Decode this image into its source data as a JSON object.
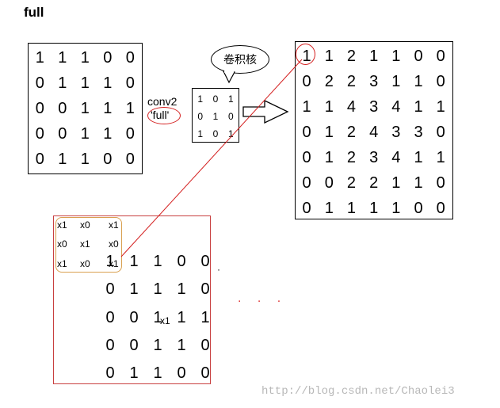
{
  "title": "full",
  "input_matrix": [
    [
      "1",
      "1",
      "1",
      "0",
      "0"
    ],
    [
      "0",
      "1",
      "1",
      "1",
      "0"
    ],
    [
      "0",
      "0",
      "1",
      "1",
      "1"
    ],
    [
      "0",
      "0",
      "1",
      "1",
      "0"
    ],
    [
      "0",
      "1",
      "1",
      "0",
      "0"
    ]
  ],
  "conv_label": "conv2",
  "mode_label": "'full'",
  "kernel_bubble_label": "卷积核",
  "kernel_matrix": [
    [
      "1",
      "0",
      "1"
    ],
    [
      "0",
      "1",
      "0"
    ],
    [
      "1",
      "0",
      "1"
    ]
  ],
  "output_matrix": [
    [
      "1",
      "1",
      "2",
      "1",
      "1",
      "0",
      "0"
    ],
    [
      "0",
      "2",
      "2",
      "3",
      "1",
      "1",
      "0"
    ],
    [
      "1",
      "1",
      "4",
      "3",
      "4",
      "1",
      "1"
    ],
    [
      "0",
      "1",
      "2",
      "4",
      "3",
      "3",
      "0"
    ],
    [
      "0",
      "1",
      "2",
      "3",
      "4",
      "1",
      "1"
    ],
    [
      "0",
      "0",
      "2",
      "2",
      "1",
      "1",
      "0"
    ],
    [
      "0",
      "1",
      "1",
      "1",
      "1",
      "0",
      "0"
    ]
  ],
  "detail": {
    "kernel_overlay": [
      [
        "x1",
        "x0",
        "x1"
      ],
      [
        "x0",
        "x1",
        "x0"
      ],
      [
        "x1",
        "x0",
        "x1"
      ]
    ],
    "rows": [
      [
        "1",
        "1",
        "1",
        "0",
        "0"
      ],
      [
        "0",
        "1",
        "1",
        "1",
        "0"
      ],
      [
        "0",
        "0",
        "1",
        "1",
        "1"
      ],
      [
        "0",
        "0",
        "1",
        "1",
        "0"
      ],
      [
        "0",
        "1",
        "1",
        "0",
        "0"
      ]
    ],
    "inline_marker": "x1"
  },
  "ellipsis": ". . .",
  "watermark": "http://blog.csdn.net/Chaolei3",
  "colors": {
    "red": "#d42020",
    "orange": "#d9a050",
    "box_red": "#c84040"
  }
}
